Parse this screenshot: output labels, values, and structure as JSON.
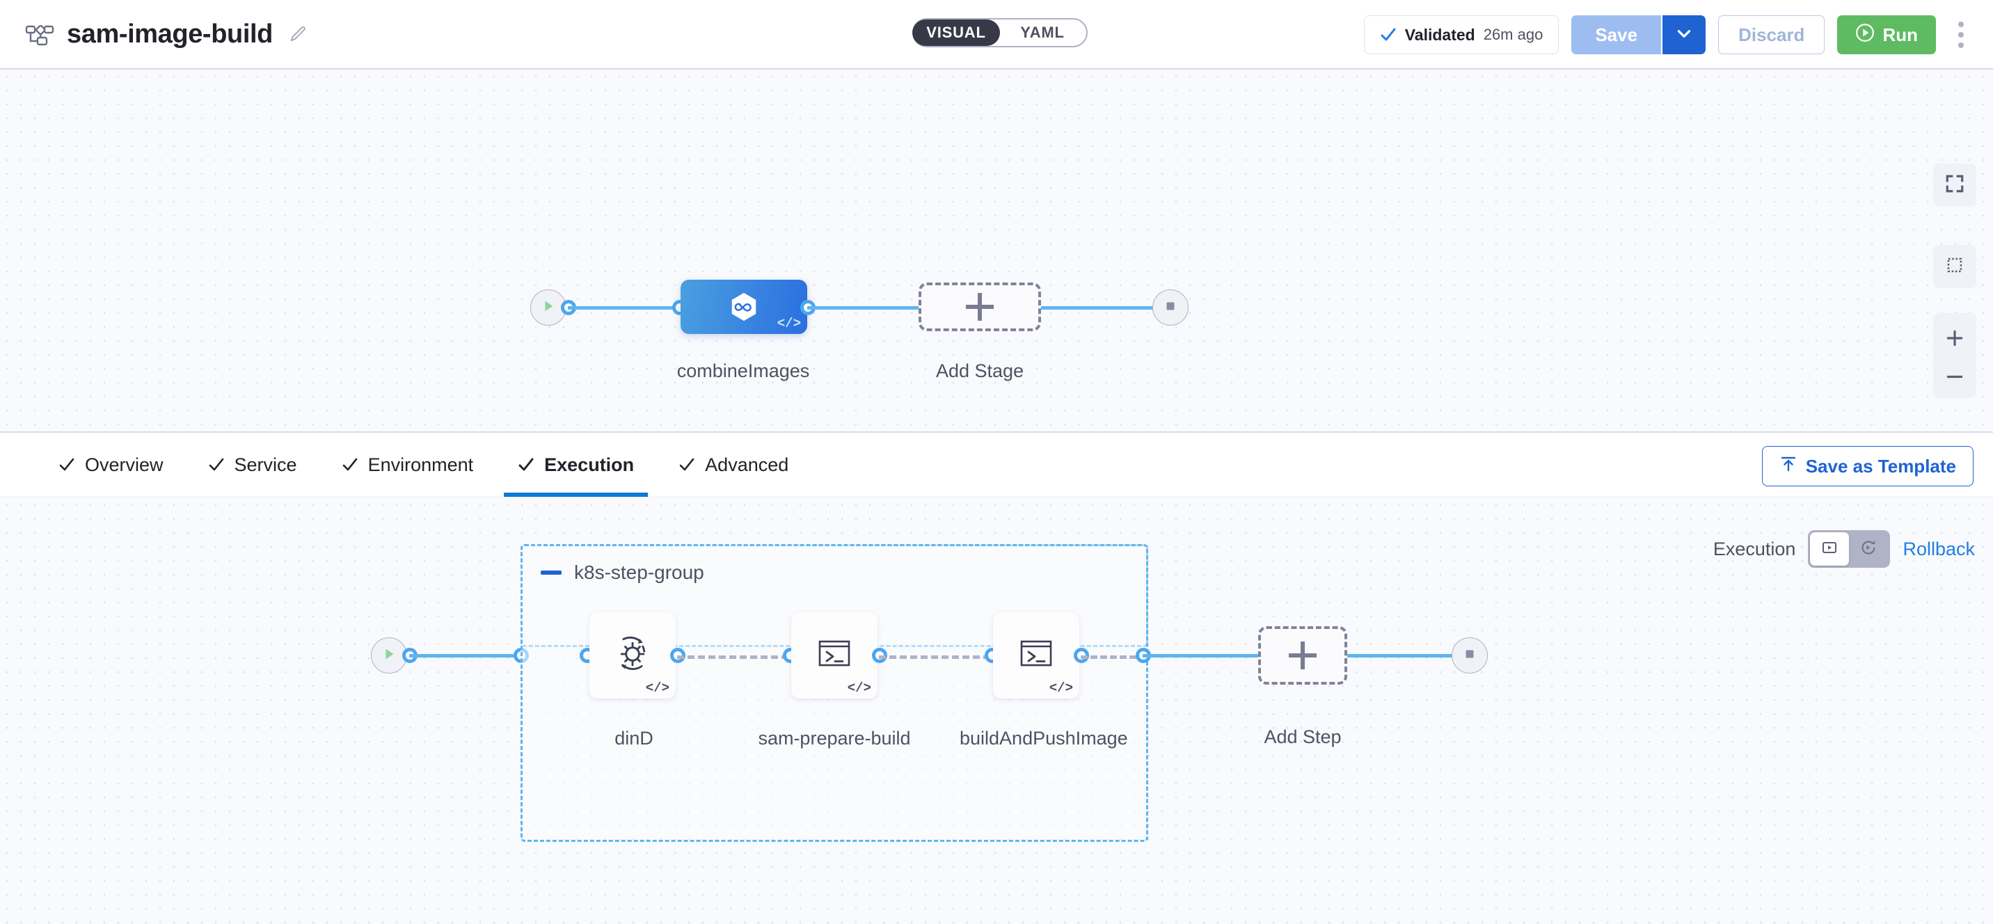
{
  "header": {
    "pipeline_icon": "pipeline-flow-icon",
    "title": "sam-image-build",
    "edit_icon": "pencil-edit-icon",
    "mode_toggle": {
      "options": [
        "VISUAL",
        "YAML"
      ],
      "selected": "VISUAL"
    },
    "validation": {
      "icon": "check-icon",
      "label": "Validated",
      "time": "26m ago"
    },
    "save_label": "Save",
    "save_caret_icon": "chevron-down-icon",
    "discard_label": "Discard",
    "run_label": "Run",
    "run_icon": "play-circle-icon",
    "more_icon": "kebab-menu-icon"
  },
  "stage_graph": {
    "start_icon": "play-icon",
    "end_icon": "stop-icon",
    "stage": {
      "name": "combineImages",
      "icon": "cd-hexagon-infinity-icon",
      "code_badge": "</>"
    },
    "add_stage_label": "Add Stage",
    "add_stage_icon": "plus-icon"
  },
  "canvas_controls": [
    {
      "name": "fit-to-screen",
      "icon": "fit-screen-icon"
    },
    {
      "name": "selection-box",
      "icon": "marquee-select-icon"
    },
    {
      "name": "zoom-in",
      "icon": "plus-icon"
    },
    {
      "name": "zoom-out",
      "icon": "minus-icon"
    }
  ],
  "tabs": [
    {
      "label": "Overview",
      "icon": "check-icon",
      "active": false
    },
    {
      "label": "Service",
      "icon": "check-icon",
      "active": false
    },
    {
      "label": "Environment",
      "icon": "check-icon",
      "active": false
    },
    {
      "label": "Execution",
      "icon": "check-icon",
      "active": true
    },
    {
      "label": "Advanced",
      "icon": "check-icon",
      "active": false
    }
  ],
  "save_as_template": {
    "label": "Save as Template",
    "icon": "template-upload-icon"
  },
  "exec_switch": {
    "execution_label": "Execution",
    "rollback_label": "Rollback",
    "execution_icon": "play-box-icon",
    "rollback_icon": "rollback-circular-icon",
    "selected": "Execution"
  },
  "exec_graph": {
    "start_icon": "play-icon",
    "end_icon": "stop-icon",
    "step_group": {
      "title": "k8s-step-group",
      "collapse_icon": "minus-collapse-icon",
      "steps": [
        {
          "name": "dinD",
          "icon": "gear-rotate-icon",
          "code_badge": "</>"
        },
        {
          "name": "sam-prepare-build",
          "icon": "terminal-shell-icon",
          "code_badge": "</>"
        },
        {
          "name": "buildAndPushImage",
          "icon": "terminal-shell-icon",
          "code_badge": "</>"
        }
      ]
    },
    "add_step_label": "Add Step",
    "add_step_icon": "plus-icon"
  },
  "colors": {
    "accent_blue": "#1f63d3",
    "edge_blue": "#5eb5ef",
    "run_green": "#5fbb62",
    "canvas_bg": "#f9fafd",
    "text_dark": "#22222a",
    "text_muted": "#4f5162"
  }
}
